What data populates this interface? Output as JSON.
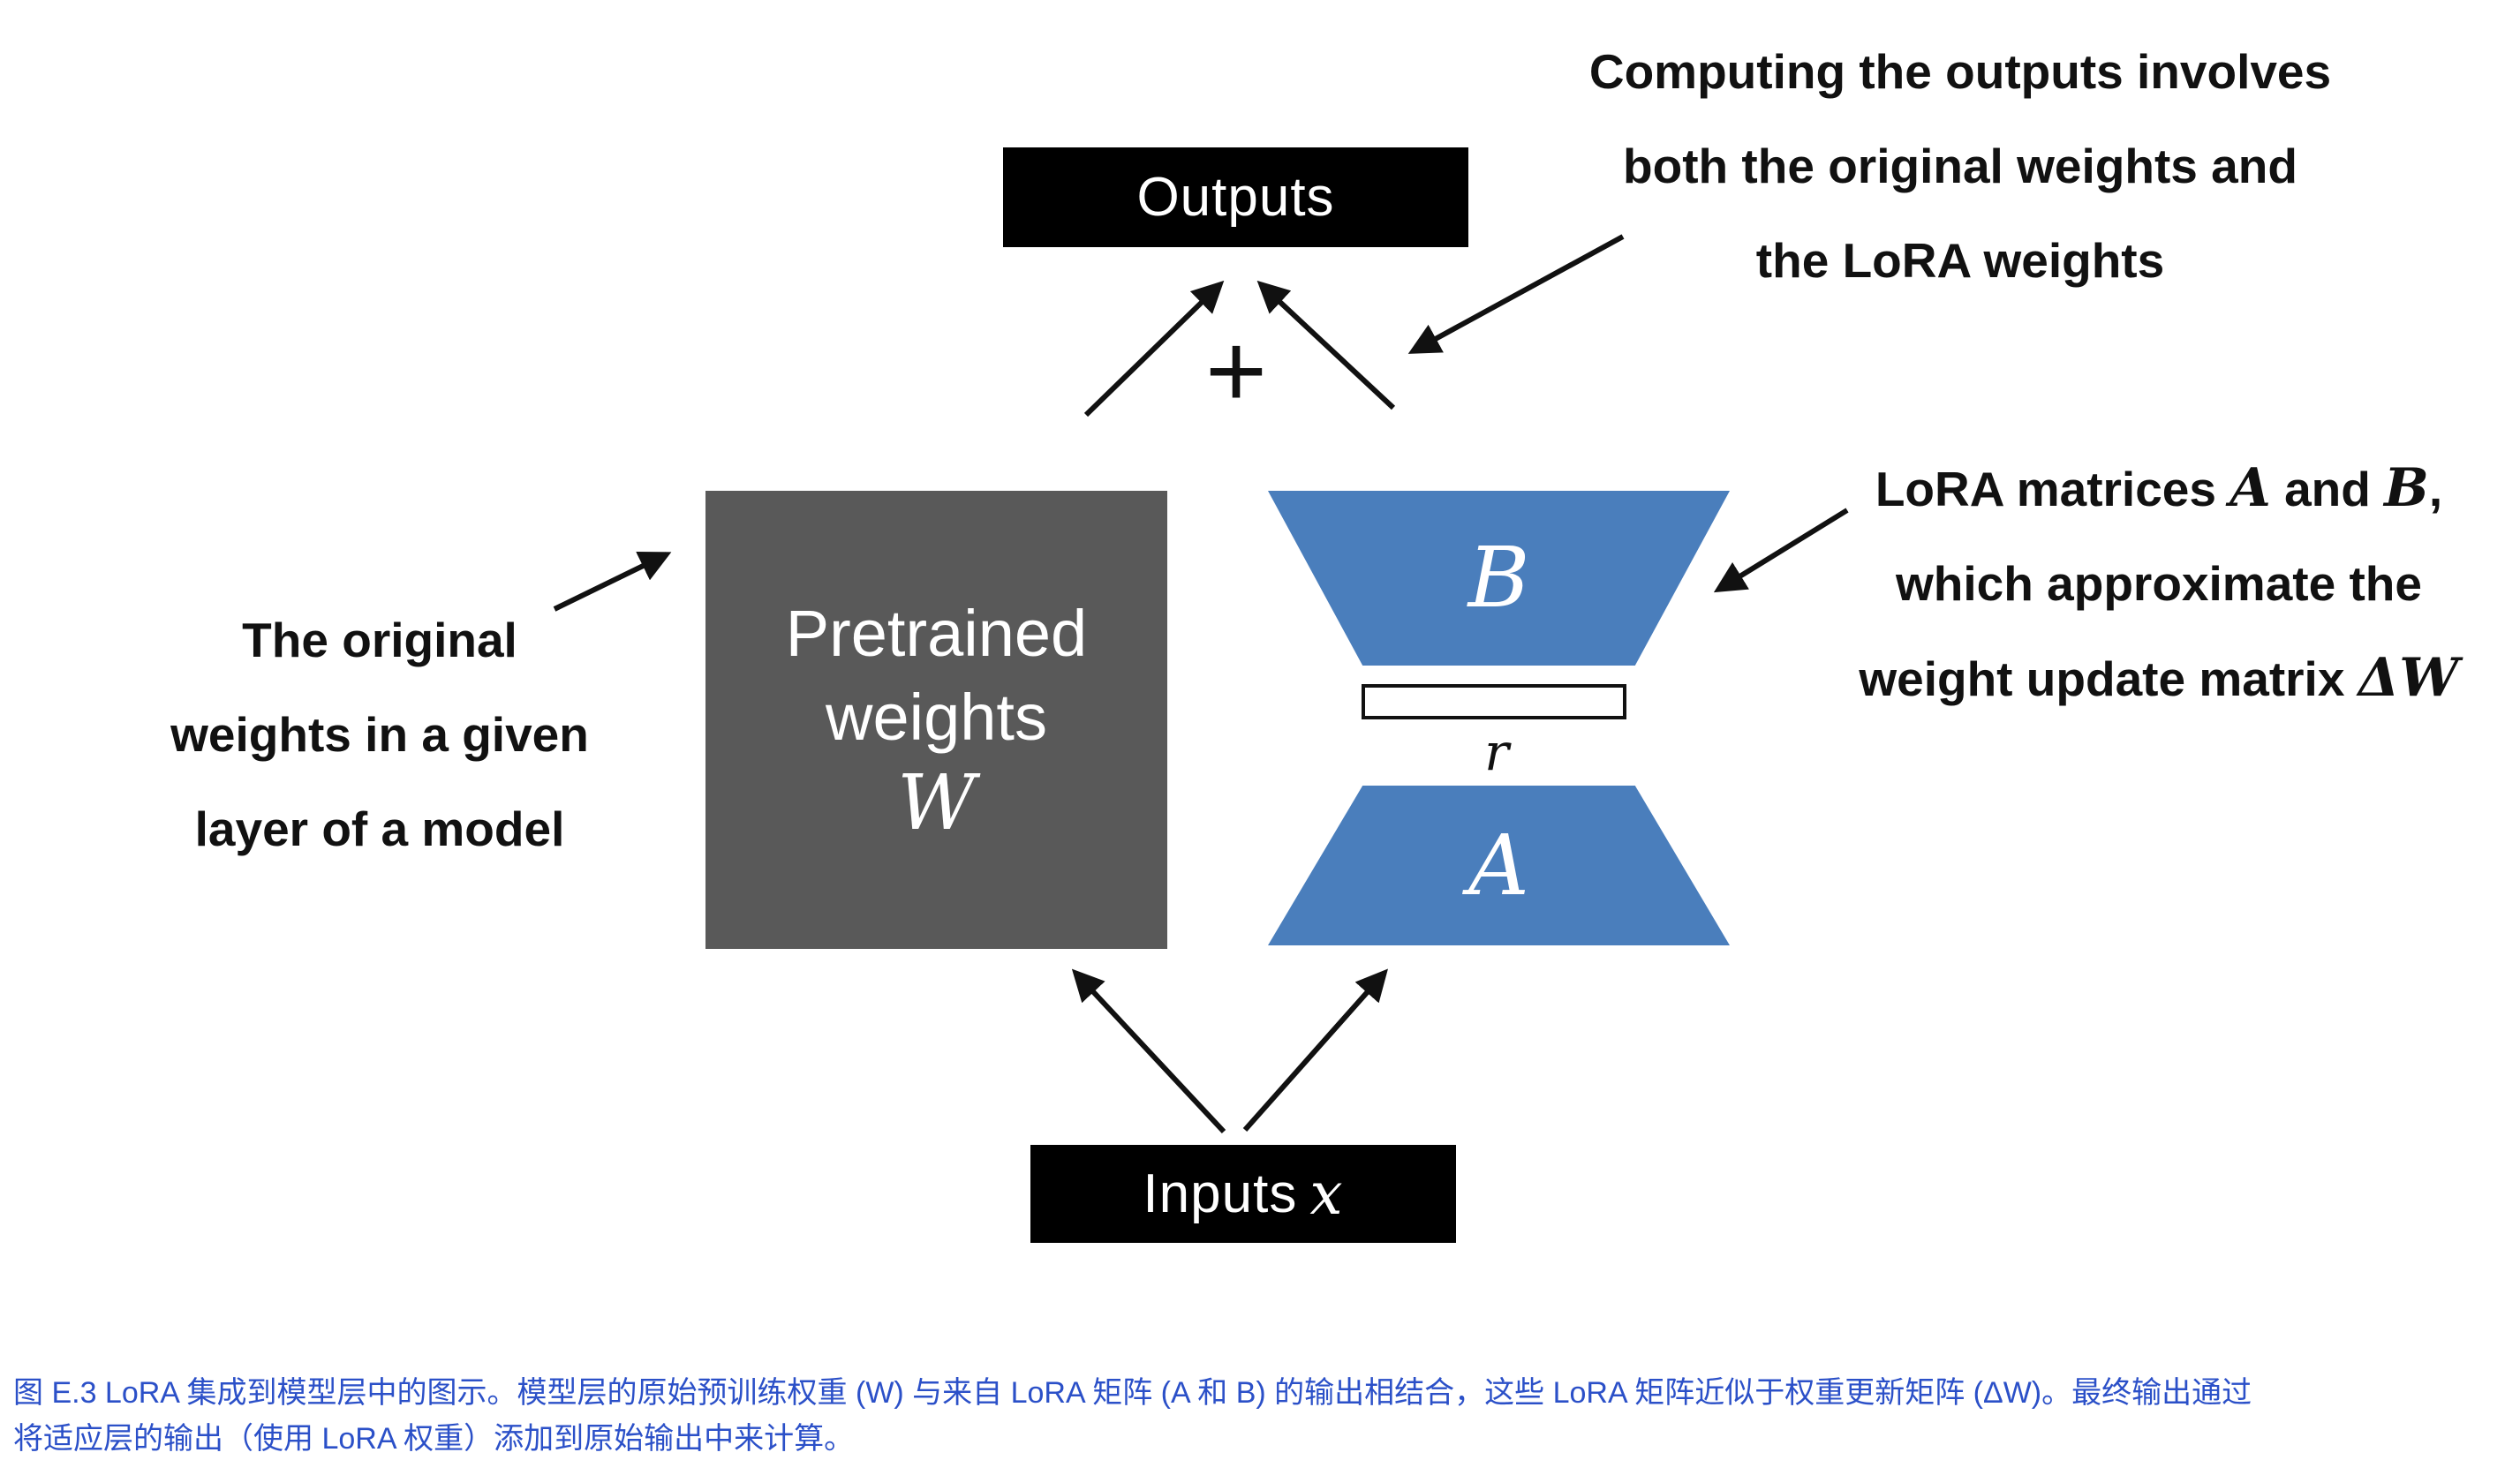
{
  "colors": {
    "box-black": "#000000",
    "box-gray": "#595959",
    "matrix-blue": "#4a7ebc",
    "caption-blue": "#2b50c8",
    "ink": "#111111"
  },
  "nodes": {
    "outputs": "Outputs",
    "inputs_text": "Inputs",
    "inputs_math": "x",
    "plus": "+",
    "pretrained": {
      "line1": "Pretrained",
      "line2": "weights",
      "math": "W"
    },
    "matrix_b": "B",
    "matrix_a": "A",
    "rank": "r"
  },
  "annotations": {
    "top": {
      "line1": "Computing the outputs involves",
      "line2": "both the original weights and",
      "line3": "the LoRA weights"
    },
    "left": {
      "line1": "The original",
      "line2": "weights in a given",
      "line3": "layer of a model"
    },
    "right": {
      "part1": "LoRA matrices ",
      "mathA": "A",
      "part2": " and ",
      "mathB": "B",
      "part3": ",",
      "line2": "which approximate the",
      "part4": "weight update matrix ",
      "mathDW": "ΔW"
    }
  },
  "caption": {
    "line1": "图 E.3 LoRA 集成到模型层中的图示。模型层的原始预训练权重 (W) 与来自 LoRA 矩阵 (A 和 B) 的输出相结合，这些 LoRA 矩阵近似于权重更新矩阵 (ΔW)。最终输出通过",
    "line2": "将适应层的输出（使用 LoRA 权重）添加到原始输出中来计算。"
  }
}
